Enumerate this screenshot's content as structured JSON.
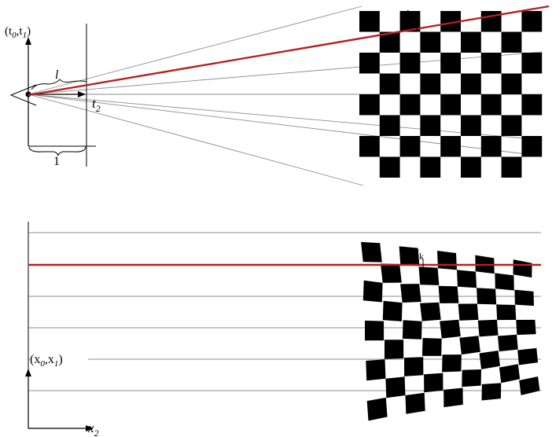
{
  "top_panel": {
    "axis_label_upper": "(t",
    "axis_label_upper_sub0": "0",
    "axis_label_upper_mid": ",t",
    "axis_label_upper_sub1": "1",
    "axis_label_upper_close": ")",
    "length_label": "l",
    "axis_label_forward": "t",
    "axis_label_forward_sub": "2",
    "unit_label": "1",
    "point_label": "t",
    "point_label_sub": "k"
  },
  "bottom_panel": {
    "axis_label_upper": "(x",
    "axis_label_upper_sub0": "0",
    "axis_label_upper_mid": ",x",
    "axis_label_upper_sub1": "1",
    "axis_label_upper_close": ")",
    "axis_label_forward": "x",
    "axis_label_forward_sub": "2",
    "point_label": "x",
    "point_label_sub": "k"
  },
  "colors": {
    "highlight_ray": "#b22222",
    "guide_line": "#8c8c8c",
    "ink": "#000000"
  }
}
